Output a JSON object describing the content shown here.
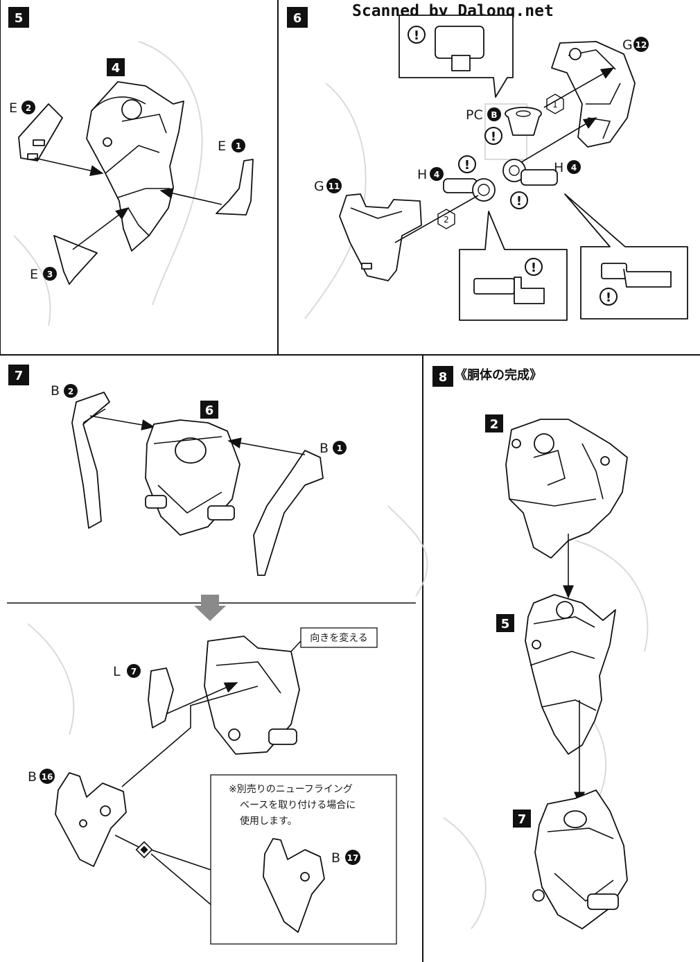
{
  "watermark": "Scanned by Dalong.net",
  "steps": [
    {
      "number": "5",
      "subassembly": "4",
      "parts": [
        "E2",
        "E1",
        "E3"
      ]
    },
    {
      "number": "6",
      "parts": [
        "G12",
        "PCB",
        "H4",
        "H4",
        "G11"
      ],
      "order_marks": [
        "1",
        "2"
      ]
    },
    {
      "number": "7",
      "subassembly": "6",
      "parts": [
        "B2",
        "B1",
        "L7",
        "B16",
        "B17"
      ],
      "note_rotate": "向きを変える",
      "note_option": [
        "※別売りのニューフライング",
        "ベースを取り付ける場合に",
        "使用します。"
      ]
    },
    {
      "number": "8",
      "title": "《胴体の完成》",
      "subassemblies": [
        "2",
        "5",
        "7"
      ]
    }
  ],
  "labels": {
    "e2": "E",
    "e2n": "2",
    "e1": "E",
    "e1n": "1",
    "e3": "E",
    "e3n": "3",
    "g12": "G",
    "g12n": "12",
    "pcb": "PC",
    "pcbn": "B",
    "h4a": "H",
    "h4an": "4",
    "h4b": "H",
    "h4bn": "4",
    "g11": "G",
    "g11n": "11",
    "b2": "B",
    "b2n": "2",
    "b1": "B",
    "b1n": "1",
    "l7": "L",
    "l7n": "7",
    "b16": "B",
    "b16n": "16",
    "b17": "B",
    "b17n": "17"
  },
  "warning_glyph": "!"
}
